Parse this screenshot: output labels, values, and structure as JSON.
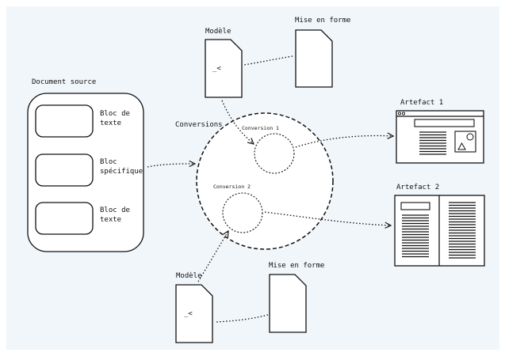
{
  "colors": {
    "background": "#f1f6fb",
    "stroke": "#111111",
    "fill": "#ffffff"
  },
  "source": {
    "title": "Document source",
    "blocks": [
      "Bloc de\ntexte",
      "Bloc\nspécifique",
      "Bloc de\ntexte"
    ]
  },
  "conversions": {
    "title": "Conversions",
    "items": [
      "Conversion 1",
      "Conversion 2"
    ]
  },
  "top": {
    "model_label": "Modèle",
    "model_glyph": "_<",
    "format_label": "Mise en forme"
  },
  "bottom": {
    "model_label": "Modèle",
    "model_glyph": "_<",
    "format_label": "Mise en forme"
  },
  "artifacts": [
    "Artefact 1",
    "Artefact 2"
  ]
}
